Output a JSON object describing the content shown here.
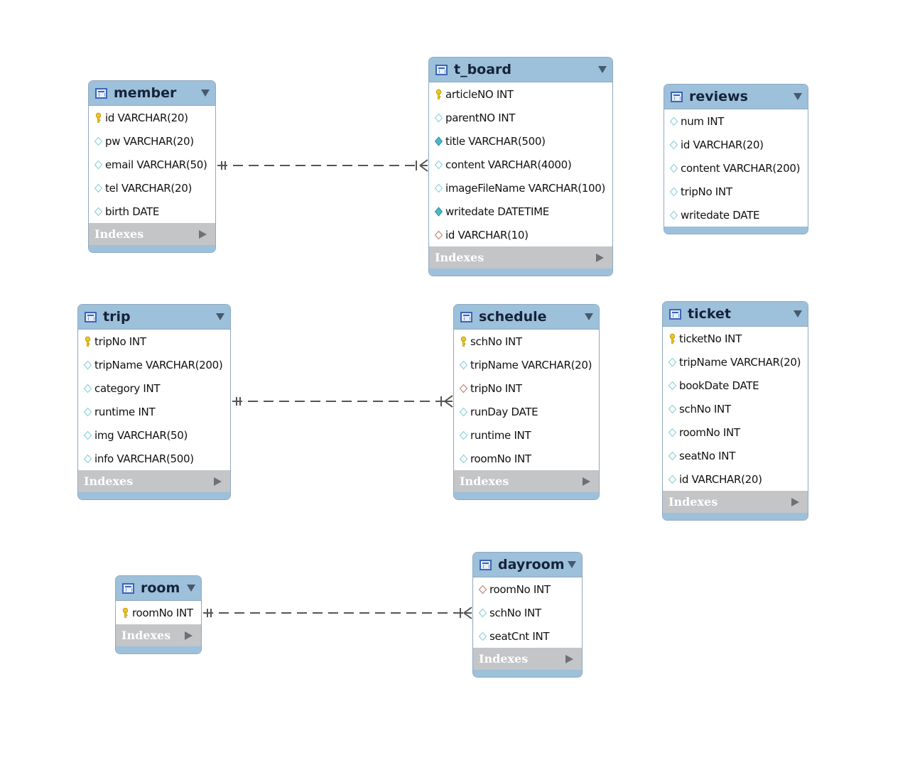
{
  "colors": {
    "header": "#9dc0db",
    "border": "#8fa9c0",
    "indexes_bar": "#c4c5c7",
    "key_icon": "#f0c81e",
    "nn_icon": "#4bb8c9",
    "fk_icon": "#c0877a",
    "attr_icon": "#8fd2dc",
    "relationship_line": "#555555"
  },
  "tables": [
    {
      "id": "member",
      "name": "member",
      "index_label": "Indexes",
      "columns": [
        {
          "text": "id VARCHAR(20)",
          "icon": "key"
        },
        {
          "text": "pw VARCHAR(20)",
          "icon": "attr"
        },
        {
          "text": "email VARCHAR(50)",
          "icon": "attr"
        },
        {
          "text": "tel VARCHAR(20)",
          "icon": "attr"
        },
        {
          "text": "birth DATE",
          "icon": "attr"
        }
      ]
    },
    {
      "id": "t_board",
      "name": "t_board",
      "index_label": "Indexes",
      "columns": [
        {
          "text": "articleNO INT",
          "icon": "key"
        },
        {
          "text": "parentNO INT",
          "icon": "attr"
        },
        {
          "text": "title VARCHAR(500)",
          "icon": "nn"
        },
        {
          "text": "content VARCHAR(4000)",
          "icon": "attr"
        },
        {
          "text": "imageFileName VARCHAR(100)",
          "icon": "attr"
        },
        {
          "text": "writedate DATETIME",
          "icon": "nn"
        },
        {
          "text": "id VARCHAR(10)",
          "icon": "fk"
        }
      ]
    },
    {
      "id": "reviews",
      "name": "reviews",
      "index_label": "",
      "columns": [
        {
          "text": "num INT",
          "icon": "attr"
        },
        {
          "text": "id VARCHAR(20)",
          "icon": "attr"
        },
        {
          "text": "content VARCHAR(200)",
          "icon": "attr"
        },
        {
          "text": "tripNo INT",
          "icon": "attr"
        },
        {
          "text": "writedate DATE",
          "icon": "attr"
        }
      ]
    },
    {
      "id": "trip",
      "name": "trip",
      "index_label": "Indexes",
      "columns": [
        {
          "text": "tripNo INT",
          "icon": "key"
        },
        {
          "text": "tripName VARCHAR(200)",
          "icon": "attr"
        },
        {
          "text": "category INT",
          "icon": "attr"
        },
        {
          "text": "runtime INT",
          "icon": "attr"
        },
        {
          "text": "img VARCHAR(50)",
          "icon": "attr"
        },
        {
          "text": "info VARCHAR(500)",
          "icon": "attr"
        }
      ]
    },
    {
      "id": "schedule",
      "name": "schedule",
      "index_label": "Indexes",
      "columns": [
        {
          "text": "schNo INT",
          "icon": "key"
        },
        {
          "text": "tripName VARCHAR(20)",
          "icon": "attr"
        },
        {
          "text": "tripNo INT",
          "icon": "fk"
        },
        {
          "text": "runDay DATE",
          "icon": "attr"
        },
        {
          "text": "runtime INT",
          "icon": "attr"
        },
        {
          "text": "roomNo INT",
          "icon": "attr"
        }
      ]
    },
    {
      "id": "ticket",
      "name": "ticket",
      "index_label": "Indexes",
      "columns": [
        {
          "text": "ticketNo INT",
          "icon": "key"
        },
        {
          "text": "tripName VARCHAR(20)",
          "icon": "attr"
        },
        {
          "text": "bookDate DATE",
          "icon": "attr"
        },
        {
          "text": "schNo INT",
          "icon": "attr"
        },
        {
          "text": "roomNo INT",
          "icon": "attr"
        },
        {
          "text": "seatNo INT",
          "icon": "attr"
        },
        {
          "text": "id VARCHAR(20)",
          "icon": "attr"
        }
      ]
    },
    {
      "id": "room",
      "name": "room",
      "index_label": "Indexes",
      "columns": [
        {
          "text": "roomNo INT",
          "icon": "key"
        }
      ]
    },
    {
      "id": "dayroom",
      "name": "dayroom",
      "index_label": "Indexes",
      "columns": [
        {
          "text": "roomNo INT",
          "icon": "fk"
        },
        {
          "text": "schNo INT",
          "icon": "attr"
        },
        {
          "text": "seatCnt INT",
          "icon": "attr"
        }
      ]
    }
  ],
  "relationships": [
    {
      "from": "member",
      "to": "t_board",
      "type": "one-to-many"
    },
    {
      "from": "trip",
      "to": "schedule",
      "type": "one-to-many"
    },
    {
      "from": "room",
      "to": "dayroom",
      "type": "one-to-many"
    }
  ]
}
